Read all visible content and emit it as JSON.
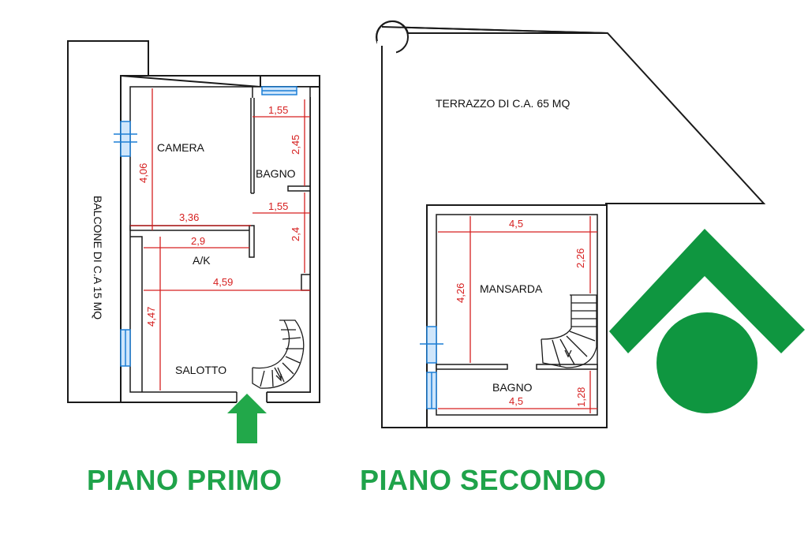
{
  "floors": [
    {
      "title": "PIANO PRIMO",
      "rooms": {
        "camera": "CAMERA",
        "bagno": "BAGNO",
        "ak": "A/K",
        "salotto": "SALOTTO",
        "balcone": "BALCONE  DI C.A 15 MQ"
      },
      "dimensions": {
        "camera_height": "4,06",
        "camera_width": "3,36",
        "bagno_width": "1,55",
        "bagno_height": "2,45",
        "hall_width": "1,55",
        "hall_height": "2,4",
        "ak_width": "2,9",
        "salotto_width": "4,59",
        "salotto_height": "4,47"
      }
    },
    {
      "title": "PIANO SECONDO",
      "rooms": {
        "terrazzo": "TERRAZZO DI C.A. 65 MQ",
        "mansarda": "MANSARDA",
        "bagno": "BAGNO"
      },
      "dimensions": {
        "mansarda_width": "4,5",
        "mansarda_height": "4,26",
        "stair_height": "2,26",
        "bagno_width": "4,5",
        "bagno_height": "1,28"
      }
    }
  ],
  "colors": {
    "dimension": "#d62020",
    "window": "#1c7fd6",
    "brand": "#1fa34a"
  },
  "icons": [
    "entrance-arrow-icon",
    "agency-logo-icon"
  ]
}
